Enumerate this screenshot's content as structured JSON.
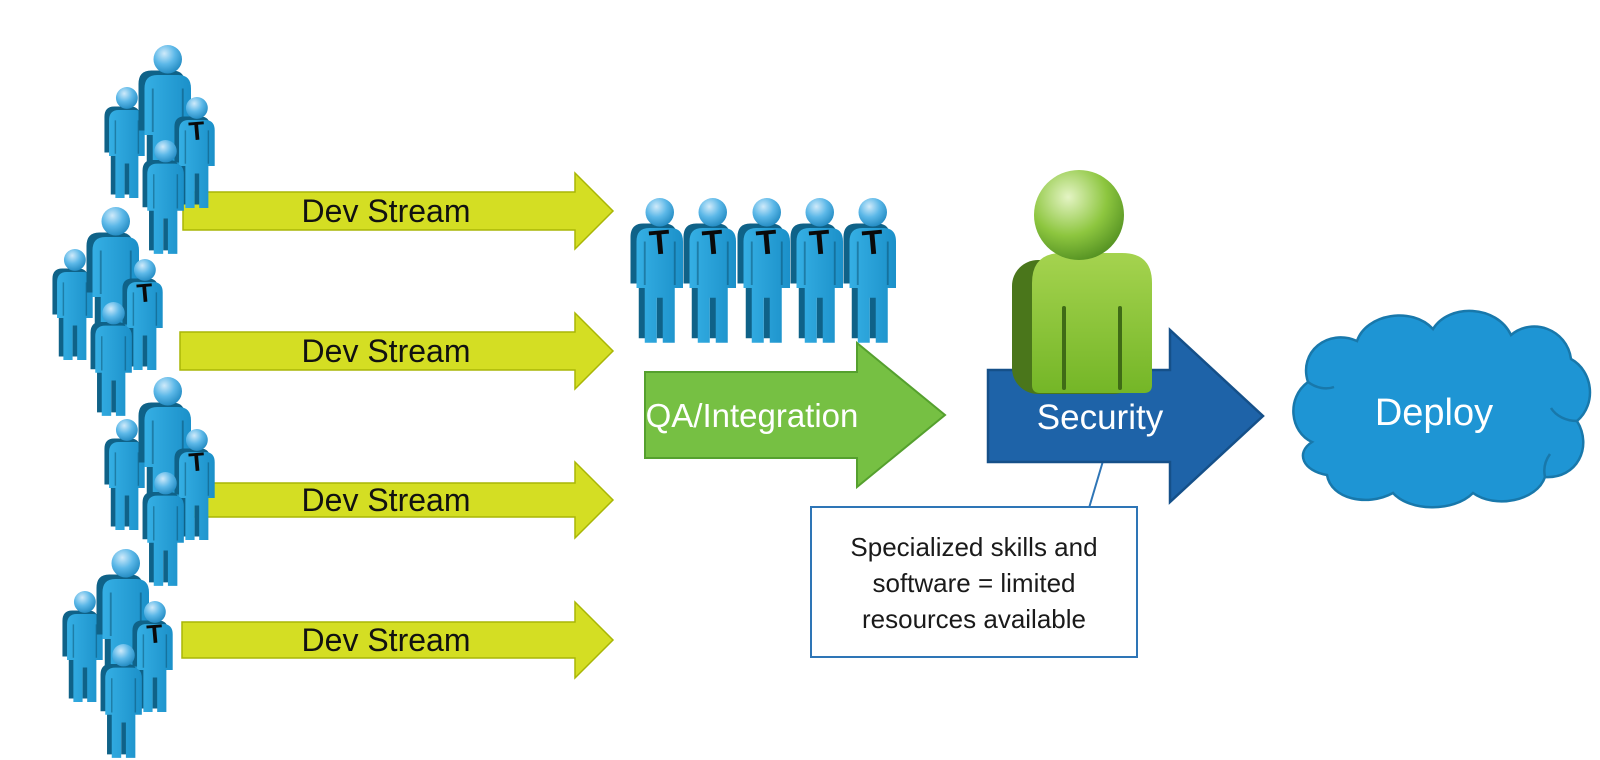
{
  "diagram": {
    "dev_streams": [
      {
        "label": "Dev Stream"
      },
      {
        "label": "Dev Stream"
      },
      {
        "label": "Dev Stream"
      },
      {
        "label": "Dev Stream"
      }
    ],
    "qa": {
      "label": "QA/Integration"
    },
    "security": {
      "label": "Security"
    },
    "deploy": {
      "label": "Deploy"
    },
    "callout": {
      "line1": "Specialized skills and",
      "line2": "software = limited",
      "line3": "resources available"
    },
    "team_letter": "T",
    "colors": {
      "dev_stream_fill": "#d4de23",
      "dev_stream_stroke": "#a9b606",
      "qa_fill": "#76c043",
      "qa_stroke": "#55a02e",
      "security_fill": "#1e63a8",
      "security_stroke": "#155089",
      "cloud_fill": "#1e95d4",
      "cloud_stroke": "#1878ab",
      "person_blue": "#22a0da",
      "person_blue_dark": "#0f6288",
      "person_green": "#86c23c",
      "person_green_dark": "#4a761b",
      "callout_border": "#2e75b6"
    }
  }
}
